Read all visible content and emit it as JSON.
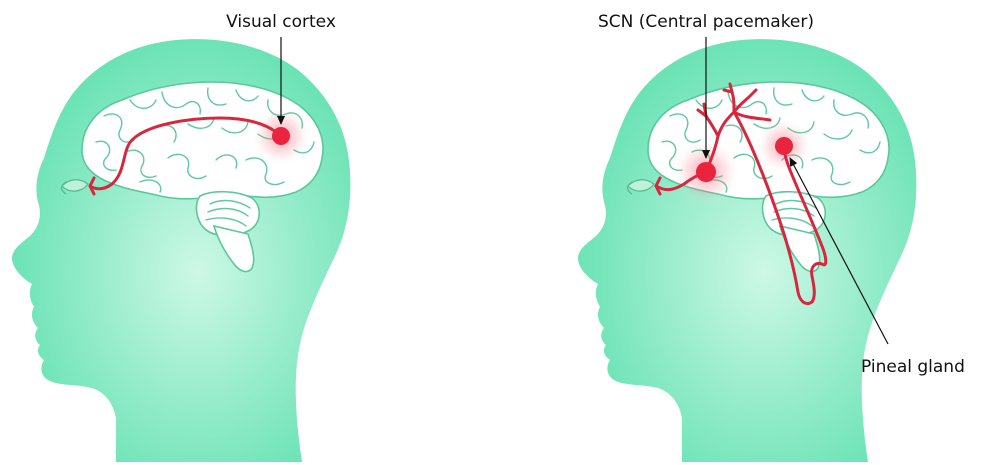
{
  "labels": {
    "visual_cortex": "Visual cortex",
    "scn": "SCN (Central pacemaker)",
    "pineal": "Pineal gland"
  },
  "colors": {
    "head_light": "#c9f7e4",
    "head_dark": "#5fe3b0",
    "nerve": "#d7263d",
    "node": "#e8243f",
    "glow": "#ff5a6e"
  },
  "icons": {
    "eye": "eye-icon",
    "brain": "brain-icon"
  }
}
